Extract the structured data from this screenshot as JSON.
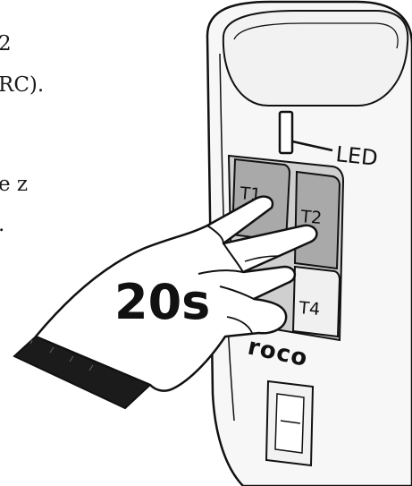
{
  "text_fragments": {
    "line1": "2",
    "line2": "RC).",
    "line3": "e z",
    "line4": "."
  },
  "remote": {
    "led_label": "LED",
    "buttons": [
      {
        "label": "T1",
        "state": "pressed"
      },
      {
        "label": "T2",
        "state": "pressed"
      },
      {
        "label": "T4",
        "state": "idle"
      }
    ],
    "brand": "roco"
  },
  "hold_time": "20s",
  "colors": {
    "outline": "#111111",
    "body_fill": "#f7f7f7",
    "pressed_button": "#a9a9a9",
    "idle_button": "#f0f0f0"
  }
}
